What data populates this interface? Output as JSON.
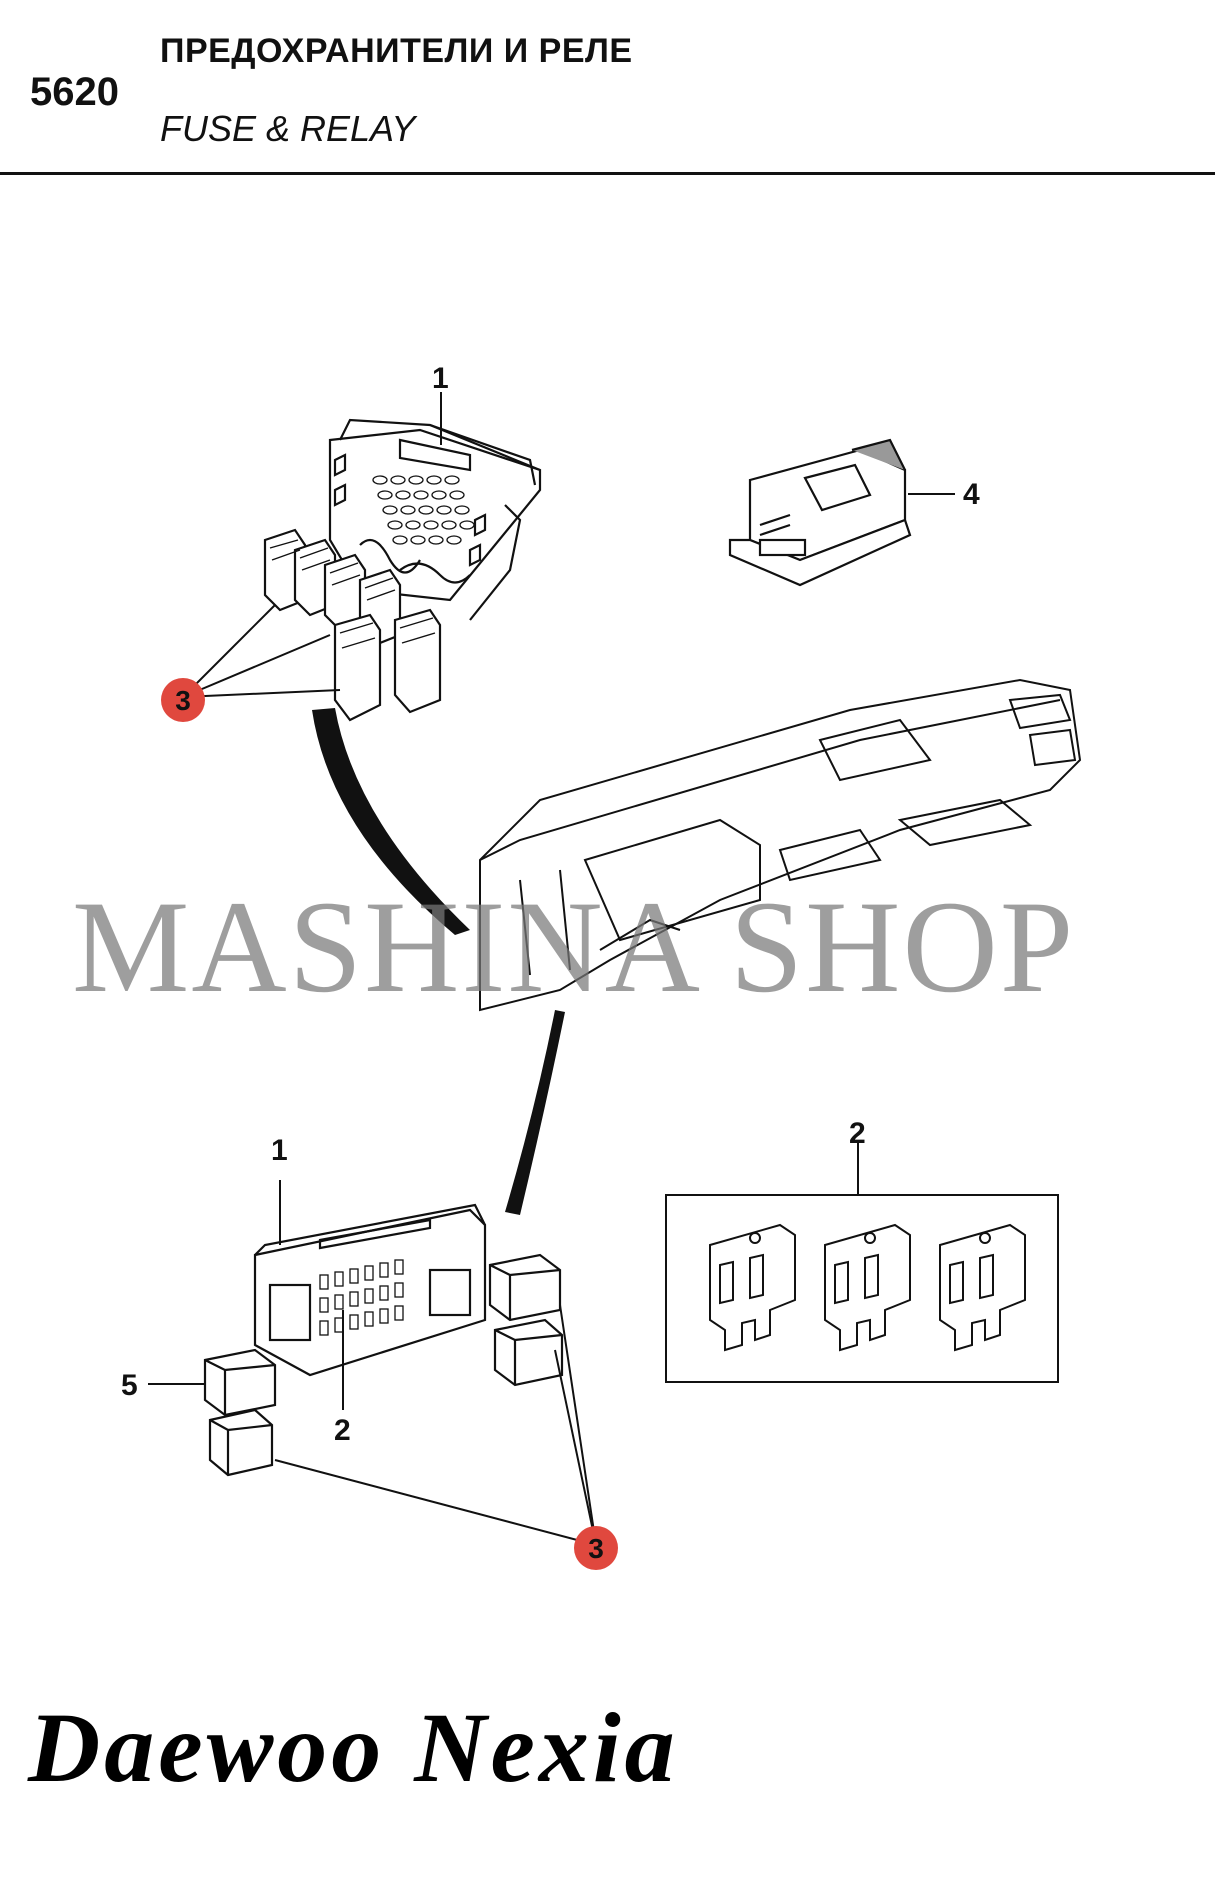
{
  "header": {
    "code": "5620",
    "title_ru": "ПРЕДОХРАНИТЕЛИ И РЕЛЕ",
    "title_en": "FUSE & RELAY"
  },
  "callouts": {
    "upper_box": "1",
    "upper_relays": "3",
    "control_unit": "4",
    "lower_box": "1",
    "lower_fuses_in_box": "2",
    "lower_relay_single": "5",
    "lower_relays": "3",
    "fuse_detail": "2"
  },
  "watermark": "MASHINA SHOP",
  "brand": "Daewoo Nexia",
  "colors": {
    "marker_fill": "#e0483e",
    "line": "#111111"
  }
}
